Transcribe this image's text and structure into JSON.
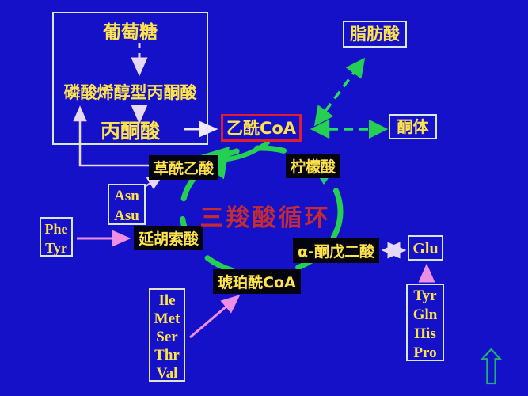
{
  "boxes": {
    "glucose": "葡萄糖",
    "pep": "磷酸烯醇型丙酮酸",
    "pyruvate": "丙酮酸",
    "acetyl_coa": "乙酰CoA",
    "fatty_acid": "脂肪酸",
    "ketone_body": "酮体"
  },
  "cycle": {
    "title": "三羧酸循环",
    "oxaloacetate": "草酰乙酸",
    "citrate": "柠檬酸",
    "fumarate": "延胡索酸",
    "alpha_ketoglutarate": "α-酮戊二酸",
    "succinyl_coa": "琥珀酰CoA"
  },
  "amino": {
    "asn_group": [
      "Asn",
      "Asu"
    ],
    "phe_group": [
      "Phe",
      "Tyr"
    ],
    "glu_group": [
      "Glu"
    ],
    "ile_group": [
      "Ile",
      "Met",
      "Ser",
      "Thr",
      "Val"
    ],
    "tyr_group": [
      "Tyr",
      "Gln",
      "His",
      "Pro"
    ]
  },
  "icons": {
    "bottom_right": "green-hollow-up-arrow-icon"
  },
  "colors": {
    "background": "#1411c9",
    "label_yellow": "#ffe34d",
    "tag_black": "#04040f",
    "acetyl_box_red": "#e11c2c",
    "title_red": "#c42b35",
    "cycle_green": "#25cf52",
    "arrow_pink": "#ee8ee2",
    "arrow_lavender": "#e8d8f8",
    "arrow_white": "#f0e8fa",
    "box_border_white": "#d9e6f4"
  }
}
